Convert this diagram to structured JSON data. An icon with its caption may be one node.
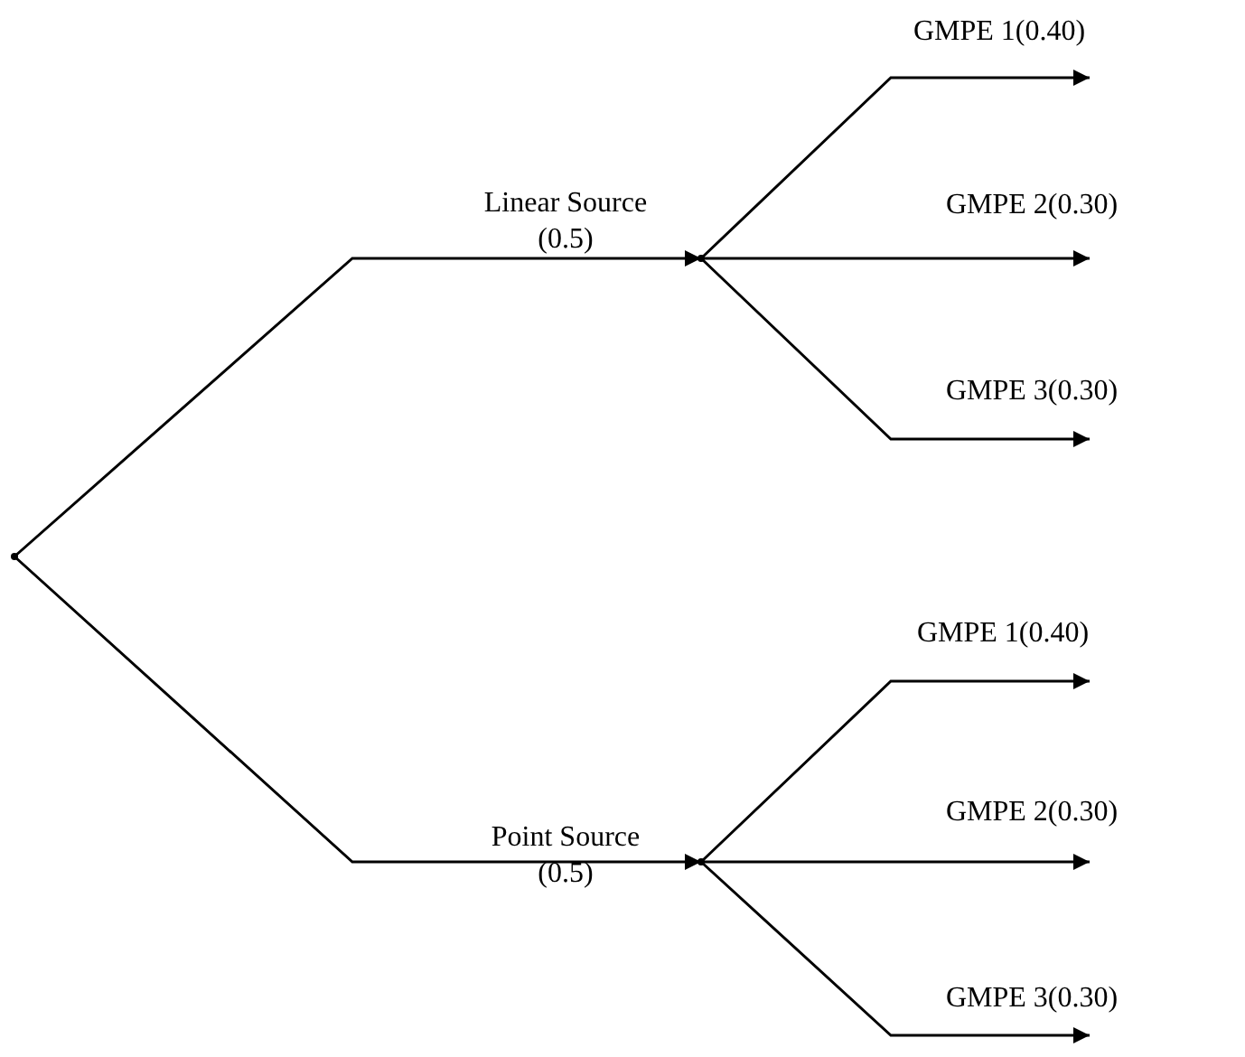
{
  "diagram": {
    "nodes": [
      {
        "text": [],
        "shape": "point"
      },
      {
        "text": [],
        "shape": "point"
      },
      {
        "text": [],
        "shape": "point"
      }
    ],
    "edges": [
      {
        "from": 0,
        "to": 1,
        "arrow": "to",
        "label": "Linear Source (0.5)"
      },
      {
        "from": 0,
        "to": 2,
        "arrow": "to",
        "label": "Point Source (0.5)"
      },
      {
        "from": 1,
        "to": null,
        "arrow": "to",
        "label": "GMPE 1(0.40)"
      },
      {
        "from": 1,
        "to": null,
        "arrow": "to",
        "label": "GMPE 2(0.30)"
      },
      {
        "from": 1,
        "to": null,
        "arrow": "to",
        "label": "GMPE 3(0.30)"
      },
      {
        "from": 2,
        "to": null,
        "arrow": "to",
        "label": "GMPE 1(0.40)"
      },
      {
        "from": 2,
        "to": null,
        "arrow": "to",
        "label": "GMPE 2(0.30)"
      },
      {
        "from": 2,
        "to": null,
        "arrow": "to",
        "label": "GMPE 3(0.30)"
      }
    ]
  }
}
